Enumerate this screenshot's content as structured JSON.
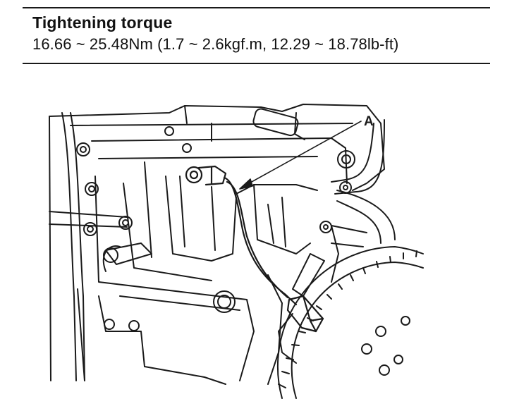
{
  "spec": {
    "title": "Tightening torque",
    "value": "16.66 ~ 25.48Nm (1.7 ~ 2.6kgf.m, 12.29 ~ 18.78lb-ft)"
  },
  "diagram": {
    "callout_label": "A"
  }
}
